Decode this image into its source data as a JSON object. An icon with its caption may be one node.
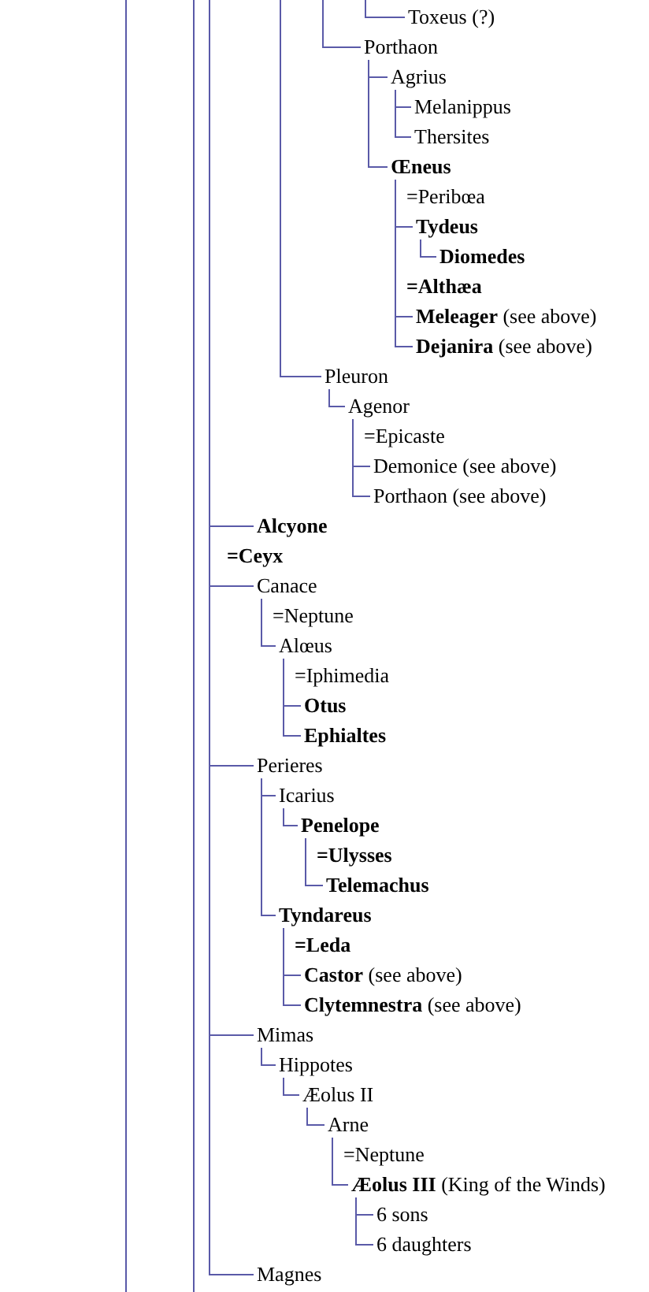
{
  "diagram": {
    "nodes": [
      {
        "text": [
          "Toxeus (?)"
        ]
      },
      {
        "text": [
          "Porthaon"
        ]
      },
      {
        "text": [
          "Agrius"
        ]
      },
      {
        "text": [
          "Melanippus"
        ]
      },
      {
        "text": [
          "Thersites"
        ]
      },
      {
        "text": [
          "Œneus"
        ]
      },
      {
        "text": [
          "=Peribœa"
        ]
      },
      {
        "text": [
          "Tydeus"
        ]
      },
      {
        "text": [
          "Diomedes"
        ]
      },
      {
        "text": [
          "=Althæa"
        ]
      },
      {
        "text": [
          "**Meleager** (see above)"
        ]
      },
      {
        "text": [
          "**Dejanira** (see above)"
        ]
      },
      {
        "text": [
          "Pleuron"
        ]
      },
      {
        "text": [
          "Agenor"
        ]
      },
      {
        "text": [
          "=Epicaste"
        ]
      },
      {
        "text": [
          "Demonice (see above)"
        ]
      },
      {
        "text": [
          "Porthaon (see above)"
        ]
      },
      {
        "text": [
          "Alcyone"
        ]
      },
      {
        "text": [
          "=Ceyx"
        ]
      },
      {
        "text": [
          "Canace"
        ]
      },
      {
        "text": [
          "=Neptune"
        ]
      },
      {
        "text": [
          "Alœus"
        ]
      },
      {
        "text": [
          "=Iphimedia"
        ]
      },
      {
        "text": [
          "Otus"
        ]
      },
      {
        "text": [
          "Ephialtes"
        ]
      },
      {
        "text": [
          "Perieres"
        ]
      },
      {
        "text": [
          "Icarius"
        ]
      },
      {
        "text": [
          "Penelope"
        ]
      },
      {
        "text": [
          "=Ulysses"
        ]
      },
      {
        "text": [
          "Telemachus"
        ]
      },
      {
        "text": [
          "Tyndareus"
        ]
      },
      {
        "text": [
          "=Leda"
        ]
      },
      {
        "text": [
          "**Castor** (see above)"
        ]
      },
      {
        "text": [
          "**Clytemnestra** (see above)"
        ]
      },
      {
        "text": [
          "Mimas"
        ]
      },
      {
        "text": [
          "Hippotes"
        ]
      },
      {
        "text": [
          "Æolus II"
        ]
      },
      {
        "text": [
          "Arne"
        ]
      },
      {
        "text": [
          "=Neptune"
        ]
      },
      {
        "text": [
          "**Æolus III** (King of the Winds)"
        ]
      },
      {
        "text": [
          "6 sons"
        ]
      },
      {
        "text": [
          "6 daughters"
        ]
      },
      {
        "text": [
          "Magnes"
        ]
      }
    ],
    "edges": [
      {
        "from": null,
        "to": 0,
        "arrow": "none"
      },
      {
        "from": null,
        "to": 1,
        "arrow": "none"
      },
      {
        "from": 1,
        "to": 2,
        "arrow": "none"
      },
      {
        "from": 2,
        "to": 3,
        "arrow": "none"
      },
      {
        "from": 2,
        "to": 4,
        "arrow": "none"
      },
      {
        "from": 1,
        "to": 5,
        "arrow": "none"
      },
      {
        "from": 5,
        "to": 7,
        "arrow": "none"
      },
      {
        "from": 7,
        "to": 8,
        "arrow": "none"
      },
      {
        "from": 5,
        "to": 10,
        "arrow": "none"
      },
      {
        "from": 5,
        "to": 11,
        "arrow": "none"
      },
      {
        "from": null,
        "to": 12,
        "arrow": "none"
      },
      {
        "from": 12,
        "to": 13,
        "arrow": "none"
      },
      {
        "from": 13,
        "to": 15,
        "arrow": "none"
      },
      {
        "from": 13,
        "to": 16,
        "arrow": "none"
      },
      {
        "from": null,
        "to": 17,
        "arrow": "none"
      },
      {
        "from": null,
        "to": 19,
        "arrow": "none"
      },
      {
        "from": 19,
        "to": 21,
        "arrow": "none"
      },
      {
        "from": 21,
        "to": 23,
        "arrow": "none"
      },
      {
        "from": 21,
        "to": 24,
        "arrow": "none"
      },
      {
        "from": null,
        "to": 25,
        "arrow": "none"
      },
      {
        "from": 25,
        "to": 26,
        "arrow": "none"
      },
      {
        "from": 26,
        "to": 27,
        "arrow": "none"
      },
      {
        "from": 27,
        "to": 29,
        "arrow": "none"
      },
      {
        "from": 25,
        "to": 30,
        "arrow": "none"
      },
      {
        "from": 30,
        "to": 32,
        "arrow": "none"
      },
      {
        "from": 30,
        "to": 33,
        "arrow": "none"
      },
      {
        "from": null,
        "to": 34,
        "arrow": "none"
      },
      {
        "from": 34,
        "to": 35,
        "arrow": "none"
      },
      {
        "from": 35,
        "to": 36,
        "arrow": "none"
      },
      {
        "from": 36,
        "to": 37,
        "arrow": "none"
      },
      {
        "from": 37,
        "to": 39,
        "arrow": "none"
      },
      {
        "from": 39,
        "to": 40,
        "arrow": "none"
      },
      {
        "from": 39,
        "to": 41,
        "arrow": "none"
      },
      {
        "from": null,
        "to": 42,
        "arrow": "none"
      }
    ]
  }
}
